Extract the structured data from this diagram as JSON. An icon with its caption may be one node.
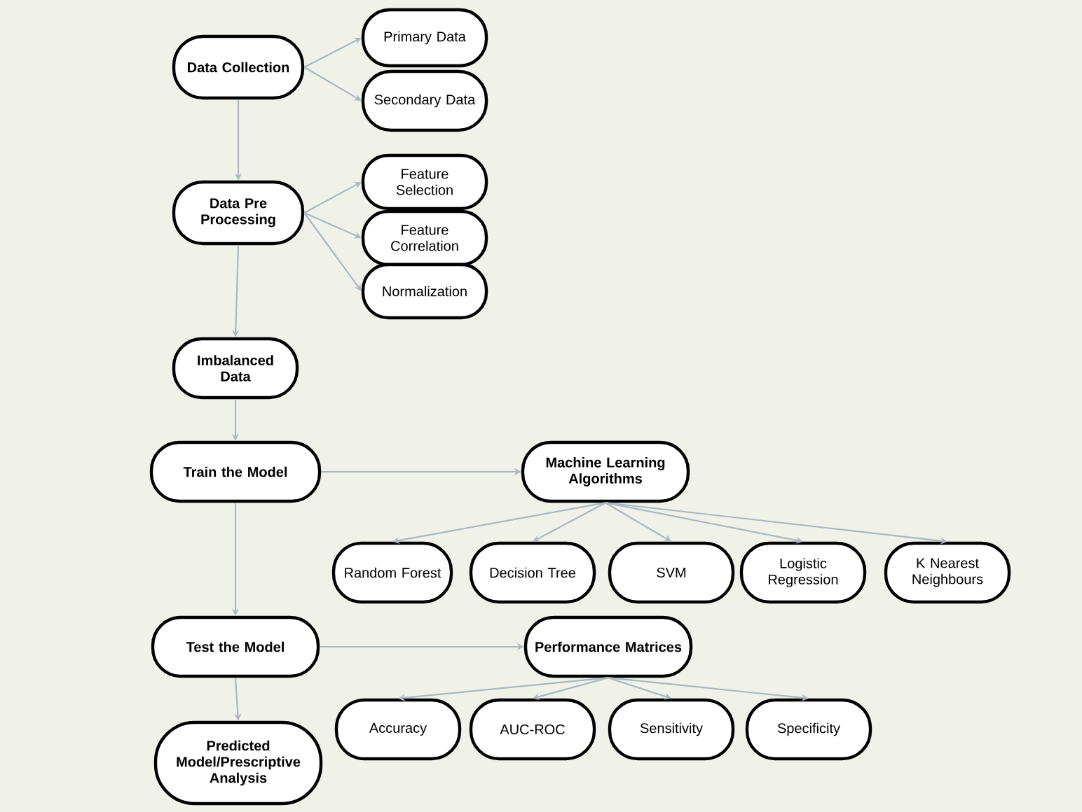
{
  "diagram": {
    "nodes": [
      {
        "text": [
          "Data Collection"
        ]
      },
      {
        "text": [
          "Primary Data"
        ]
      },
      {
        "text": [
          "Secondary Data"
        ]
      },
      {
        "text": [
          "Data Pre Processing"
        ]
      },
      {
        "text": [
          "Feature Selection"
        ]
      },
      {
        "text": [
          "Feature Correlation"
        ]
      },
      {
        "text": [
          "Normalization"
        ]
      },
      {
        "text": [
          "Imbalanced Data"
        ]
      },
      {
        "text": [
          "Train the Model"
        ]
      },
      {
        "text": [
          "Machine Learning Algorithms"
        ]
      },
      {
        "text": [
          "Random Forest"
        ]
      },
      {
        "text": [
          "Decision Tree"
        ]
      },
      {
        "text": [
          "SVM"
        ]
      },
      {
        "text": [
          "Logistic Regression"
        ]
      },
      {
        "text": [
          "K Nearest Neighbours"
        ]
      },
      {
        "text": [
          "Test the Model"
        ]
      },
      {
        "text": [
          "Performance Matrices"
        ]
      },
      {
        "text": [
          "Accuracy"
        ]
      },
      {
        "text": [
          "AUC-ROC"
        ]
      },
      {
        "text": [
          "Sensitivity"
        ]
      },
      {
        "text": [
          "Specificity"
        ]
      },
      {
        "text": [
          "Predicted Model/Prescriptive Analysis"
        ]
      }
    ],
    "edges": [
      {
        "from": 0,
        "to": 1,
        "arrow": "to"
      },
      {
        "from": 0,
        "to": 2,
        "arrow": "to"
      },
      {
        "from": 0,
        "to": 3,
        "arrow": "to"
      },
      {
        "from": 3,
        "to": 4,
        "arrow": "to"
      },
      {
        "from": 3,
        "to": 5,
        "arrow": "to"
      },
      {
        "from": 3,
        "to": 6,
        "arrow": "to"
      },
      {
        "from": 3,
        "to": 7,
        "arrow": "to"
      },
      {
        "from": 7,
        "to": 8,
        "arrow": "to"
      },
      {
        "from": 8,
        "to": 9,
        "arrow": "to"
      },
      {
        "from": 9,
        "to": 10,
        "arrow": "to"
      },
      {
        "from": 9,
        "to": 11,
        "arrow": "to"
      },
      {
        "from": 9,
        "to": 12,
        "arrow": "to"
      },
      {
        "from": 9,
        "to": 13,
        "arrow": "to"
      },
      {
        "from": 9,
        "to": 14,
        "arrow": "to"
      },
      {
        "from": 8,
        "to": 15,
        "arrow": "to"
      },
      {
        "from": 15,
        "to": 16,
        "arrow": "to"
      },
      {
        "from": 16,
        "to": 17,
        "arrow": "to"
      },
      {
        "from": 16,
        "to": 18,
        "arrow": "to"
      },
      {
        "from": 16,
        "to": 19,
        "arrow": "to"
      },
      {
        "from": 16,
        "to": 20,
        "arrow": "to"
      },
      {
        "from": 15,
        "to": 21,
        "arrow": "to"
      }
    ]
  }
}
